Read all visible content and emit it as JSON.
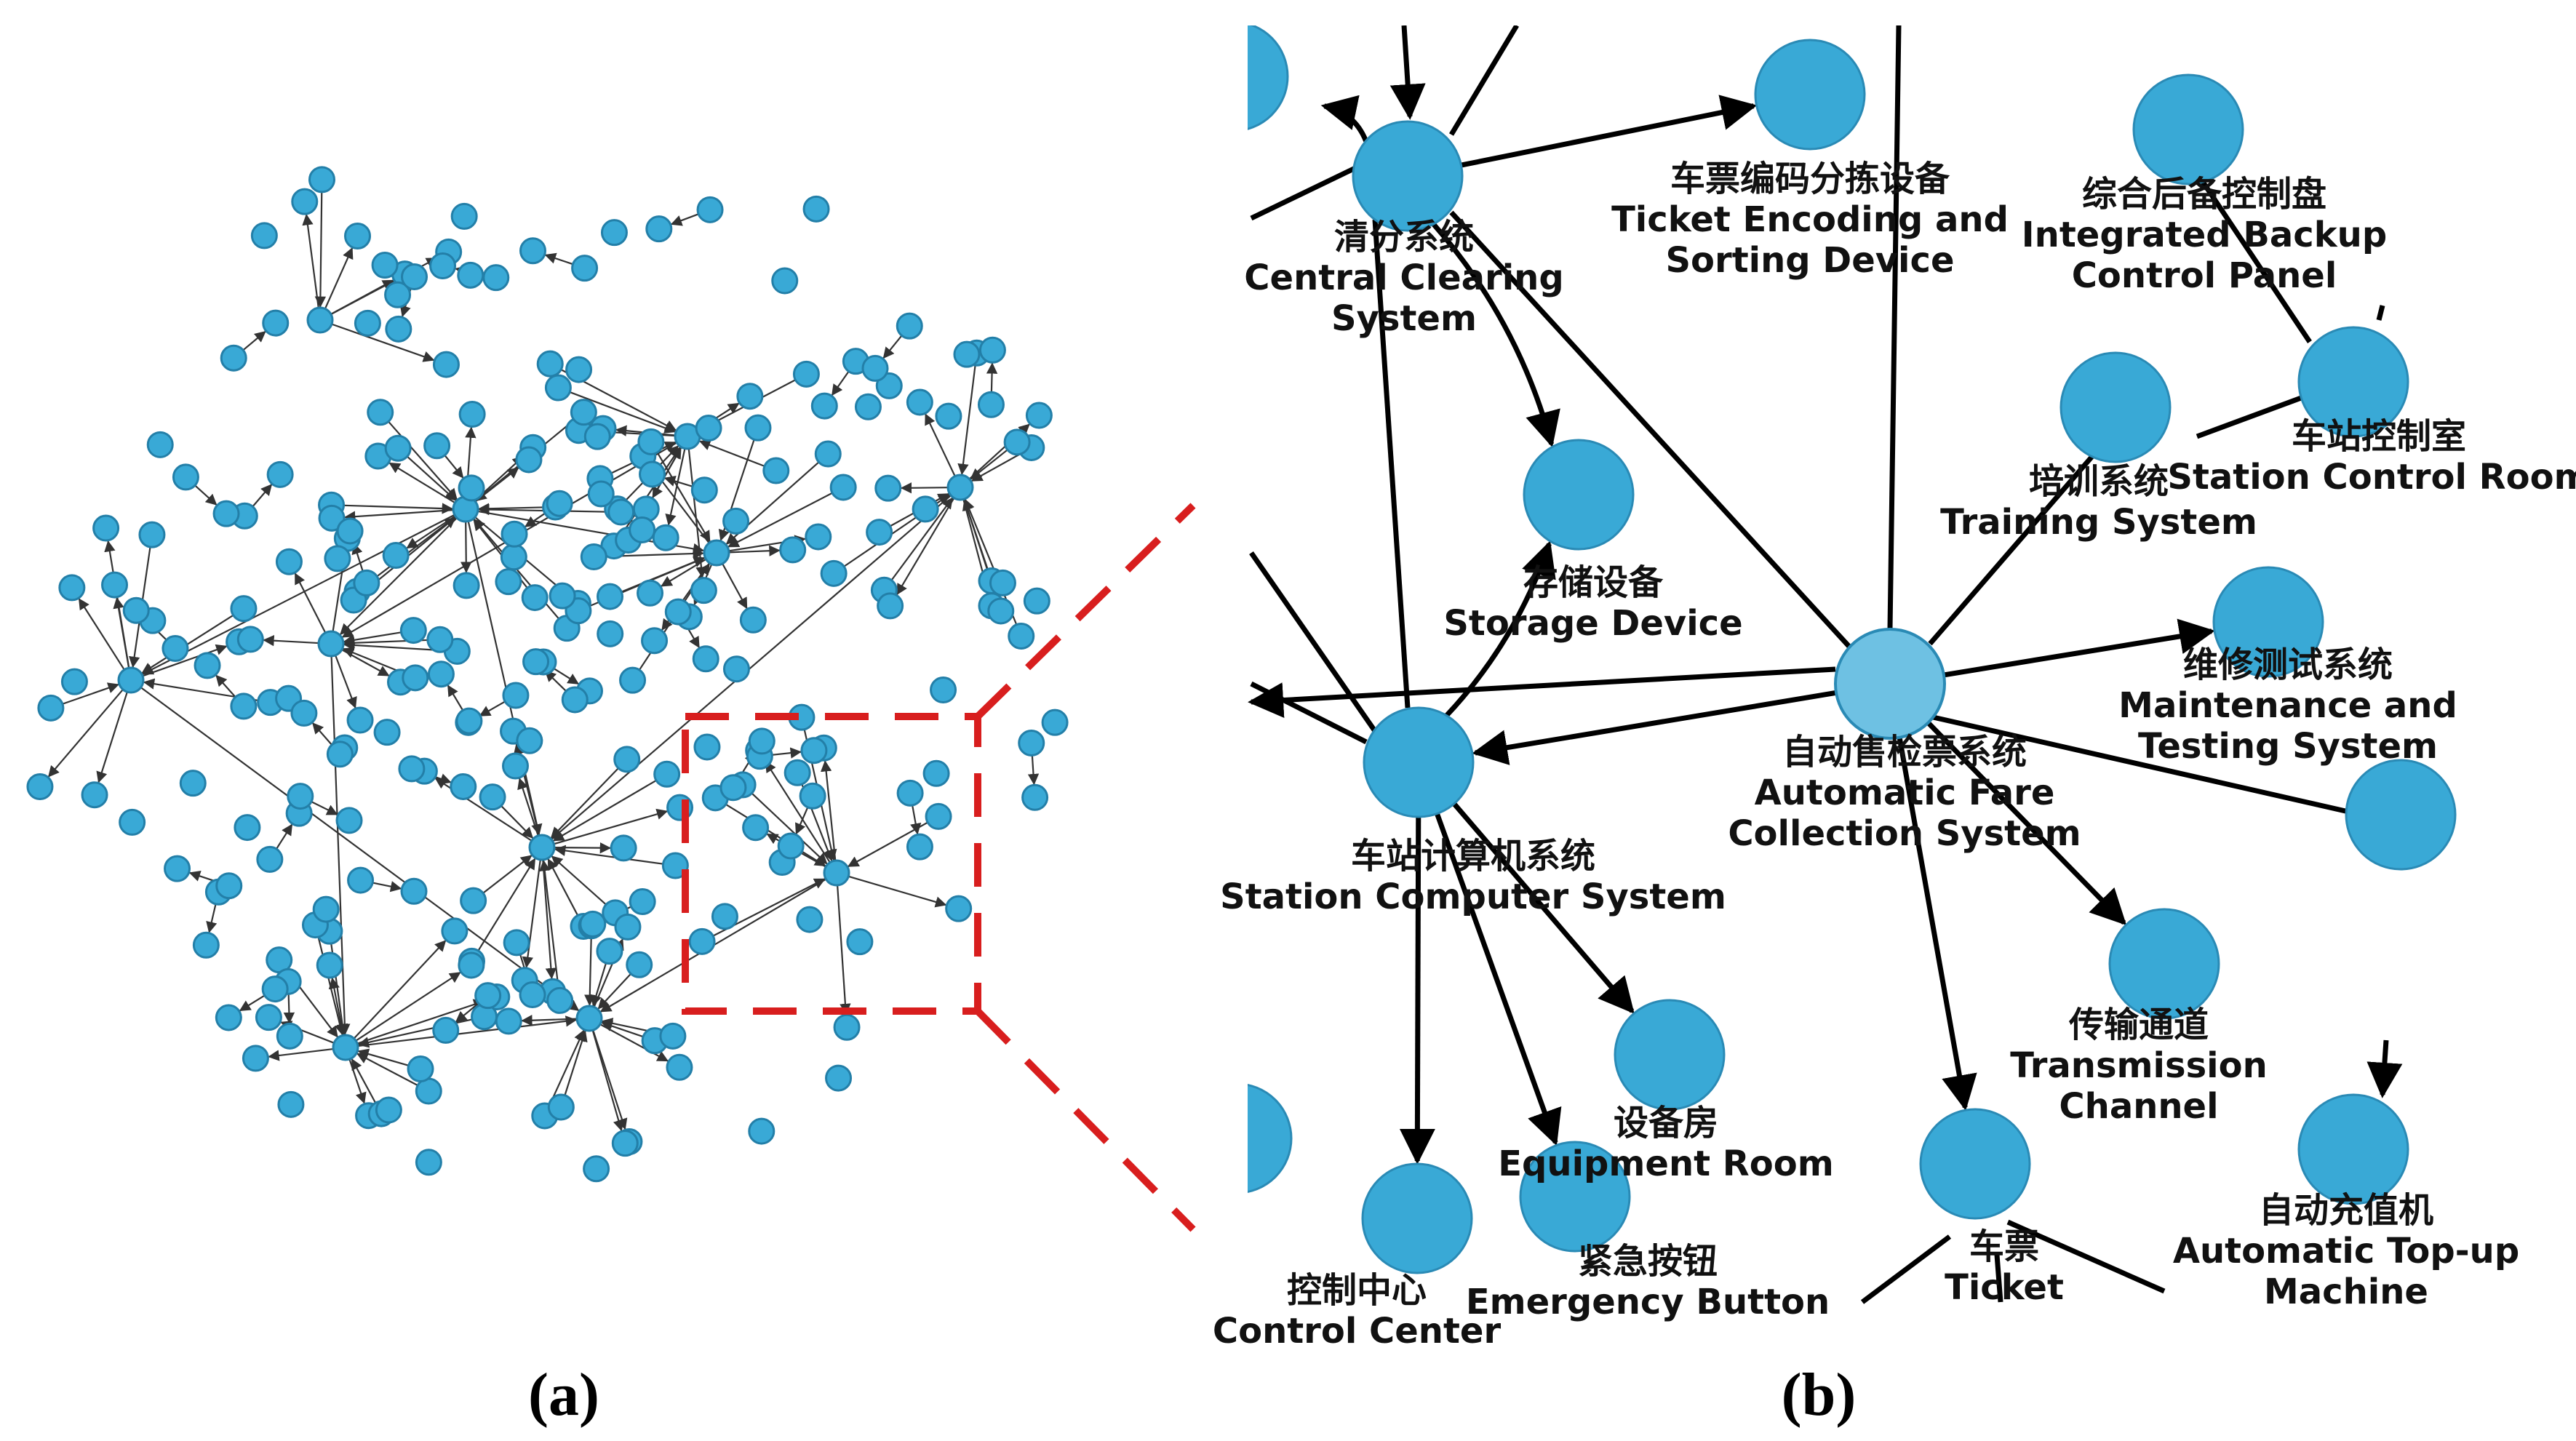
{
  "panels": {
    "a": {
      "label": "(a)"
    },
    "b": {
      "label": "(b)"
    }
  },
  "colors": {
    "node": "#39a9d6",
    "node_center": "#6ec1e3",
    "edge": "#000000",
    "zoom_box": "#d81e1e"
  },
  "nodes_b": [
    {
      "id": "clearing",
      "zh": "清分系统",
      "en": [
        "Central Clearing",
        "System"
      ]
    },
    {
      "id": "encoding",
      "zh": "车票编码分拣设备",
      "en": [
        "Ticket Encoding and",
        "Sorting Device"
      ]
    },
    {
      "id": "backup",
      "zh": "综合后备控制盘",
      "en": [
        "Integrated Backup",
        "Control Panel"
      ]
    },
    {
      "id": "storage",
      "zh": "存储设备",
      "en": [
        "Storage Device"
      ]
    },
    {
      "id": "training",
      "zh": "培训系统",
      "en": [
        "Training System"
      ]
    },
    {
      "id": "control_room",
      "zh": "车站控制室",
      "en": [
        "Station Control Room"
      ]
    },
    {
      "id": "afc",
      "zh": "自动售检票系统",
      "en": [
        "Automatic Fare",
        "Collection System"
      ]
    },
    {
      "id": "maintenance",
      "zh": "维修测试系统",
      "en": [
        "Maintenance and",
        "Testing System"
      ]
    },
    {
      "id": "scs",
      "zh": "车站计算机系统",
      "en": [
        "Station Computer System"
      ]
    },
    {
      "id": "transmission",
      "zh": "传输通道",
      "en": [
        "Transmission",
        "Channel"
      ]
    },
    {
      "id": "equipment",
      "zh": "设备房",
      "en": [
        "Equipment Room"
      ]
    },
    {
      "id": "control_center",
      "zh": "控制中心",
      "en": [
        "Control Center"
      ]
    },
    {
      "id": "emergency",
      "zh": "紧急按钮",
      "en": [
        "Emergency Button"
      ]
    },
    {
      "id": "ticket",
      "zh": "车票",
      "en": [
        "Ticket"
      ]
    },
    {
      "id": "topup",
      "zh": "自动充值机",
      "en": [
        "Automatic Top-up",
        "Machine"
      ]
    }
  ]
}
